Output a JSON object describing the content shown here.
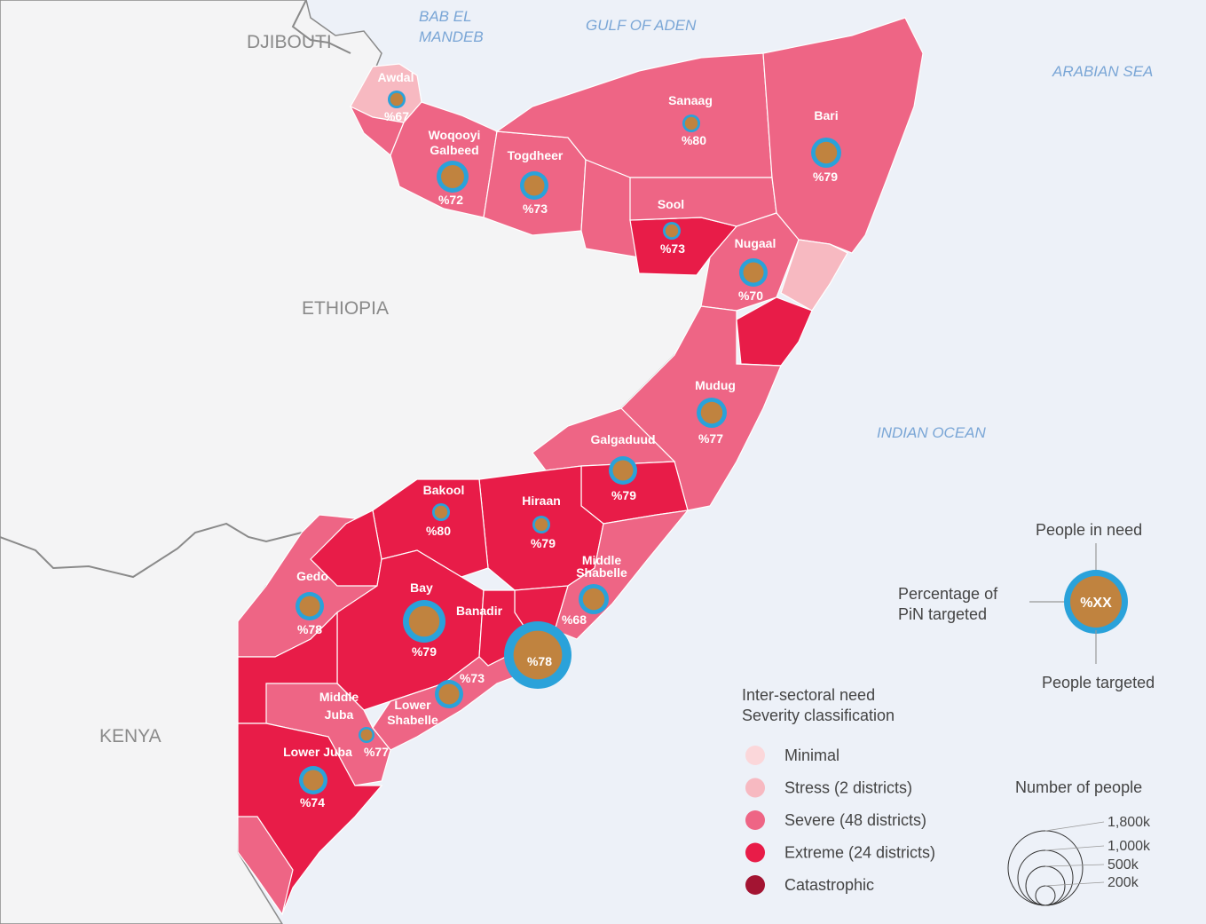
{
  "colors": {
    "minimal": "#fbd7da",
    "stress": "#f7b9c1",
    "severe": "#ee6585",
    "extreme": "#e81c48",
    "catastrophic": "#a31432",
    "pin_ring": "#2aa2da",
    "targeted": "#c0833f",
    "water": "#edf1f8",
    "land": "#f4f4f4"
  },
  "water_labels": {
    "bab_el_mandeb_1": "BAB EL",
    "bab_el_mandeb_2": "MANDEB",
    "gulf_of_aden": "GULF OF ADEN",
    "arabian_sea": "ARABIAN SEA",
    "indian_ocean": "INDIAN OCEAN"
  },
  "countries": {
    "djibouti": "DJIBOUTI",
    "ethiopia": "ETHIOPIA",
    "kenya": "KENYA"
  },
  "regions": [
    {
      "name": "Awdal",
      "name2": "",
      "pct": "%67",
      "severity": "stress"
    },
    {
      "name": "Woqooyi",
      "name2": "Galbeed",
      "pct": "%72",
      "severity": "severe"
    },
    {
      "name": "Togdheer",
      "name2": "",
      "pct": "%73",
      "severity": "severe"
    },
    {
      "name": "Sanaag",
      "name2": "",
      "pct": "%80",
      "severity": "severe"
    },
    {
      "name": "Sool",
      "name2": "",
      "pct": "%73",
      "severity": "extreme"
    },
    {
      "name": "Bari",
      "name2": "",
      "pct": "%79",
      "severity": "severe"
    },
    {
      "name": "Nugaal",
      "name2": "",
      "pct": "%70",
      "severity": "severe"
    },
    {
      "name": "Mudug",
      "name2": "",
      "pct": "%77",
      "severity": "severe"
    },
    {
      "name": "Galgaduud",
      "name2": "",
      "pct": "%79",
      "severity": "severe"
    },
    {
      "name": "Hiraan",
      "name2": "",
      "pct": "%79",
      "severity": "extreme"
    },
    {
      "name": "Bakool",
      "name2": "",
      "pct": "%80",
      "severity": "extreme"
    },
    {
      "name": "Middle",
      "name2": "Shabelle",
      "pct": "%68",
      "severity": "severe"
    },
    {
      "name": "Gedo",
      "name2": "",
      "pct": "%78",
      "severity": "severe"
    },
    {
      "name": "Bay",
      "name2": "",
      "pct": "%79",
      "severity": "extreme"
    },
    {
      "name": "Banadir",
      "name2": "",
      "pct": "%78",
      "severity": "extreme"
    },
    {
      "name": "Lower",
      "name2": "Shabelle",
      "pct": "%73",
      "severity": "severe"
    },
    {
      "name": "Middle",
      "name2": "Juba",
      "pct": "%77",
      "severity": "severe"
    },
    {
      "name": "Lower Juba",
      "name2": "",
      "pct": "%74",
      "severity": "extreme"
    }
  ],
  "legend": {
    "explainer": {
      "people_in_need": "People in need",
      "pct_line1": "Percentage of",
      "pct_line2": "PiN targeted",
      "sample": "%XX",
      "people_targeted": "People targeted"
    },
    "severity_title_1": "Inter-sectoral need",
    "severity_title_2": "Severity  classification",
    "severity_items": [
      {
        "label": "Minimal",
        "key": "minimal"
      },
      {
        "label": "Stress (2 districts)",
        "key": "stress"
      },
      {
        "label": "Severe (48 districts)",
        "key": "severe"
      },
      {
        "label": "Extreme (24 districts)",
        "key": "extreme"
      },
      {
        "label": "Catastrophic",
        "key": "catastrophic"
      }
    ],
    "size_title": "Number of people",
    "size_items": [
      "1,800k",
      "1,000k",
      "500k",
      "200k"
    ]
  }
}
